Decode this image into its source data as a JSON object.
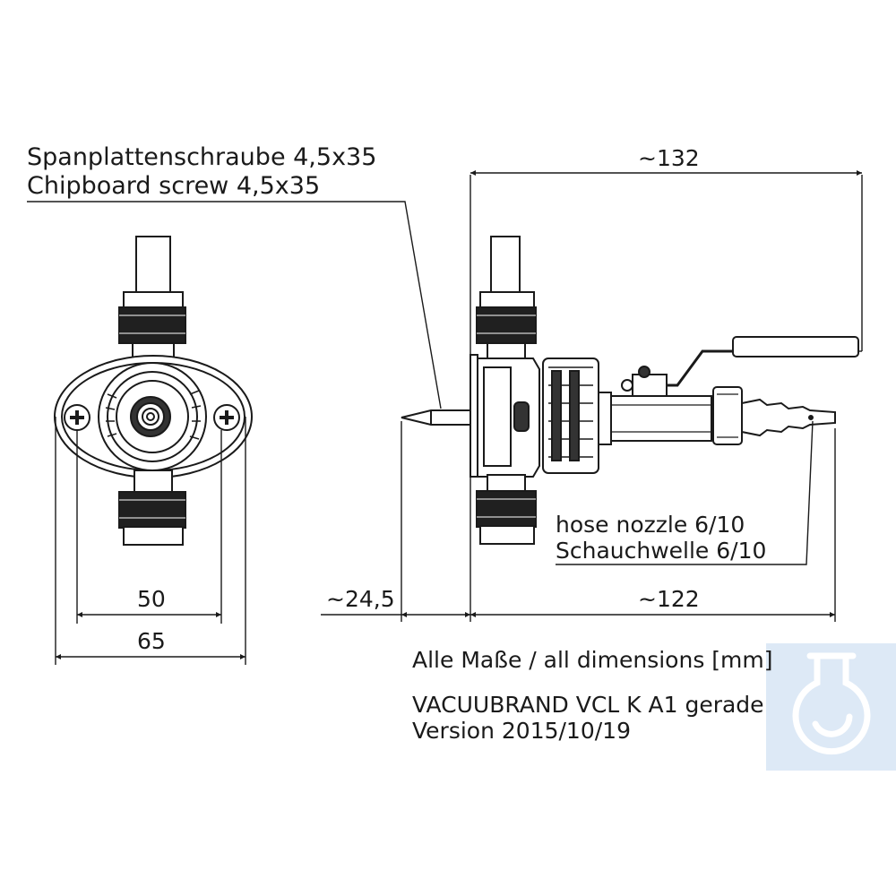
{
  "labels": {
    "screw_de": "Spanplattenschraube 4,5x35",
    "screw_en": "Chipboard screw 4,5x35",
    "nozzle_en": "hose nozzle 6/10",
    "nozzle_de": "Schauchwelle 6/10",
    "units_note": "Alle Maße / all dimensions [mm]",
    "model": "VACUUBRAND VCL K A1 gerade",
    "version": "Version 2015/10/19"
  },
  "dimensions": {
    "inner_width": "50",
    "outer_width": "65",
    "screw_length": "~24,5",
    "body_length": "~122",
    "overall_length": "~132"
  },
  "colors": {
    "line": "#1a1a1a",
    "dark_fill": "#202020",
    "logo": "#dde9f6"
  },
  "icons": {
    "logo": "flask-logo-icon"
  }
}
